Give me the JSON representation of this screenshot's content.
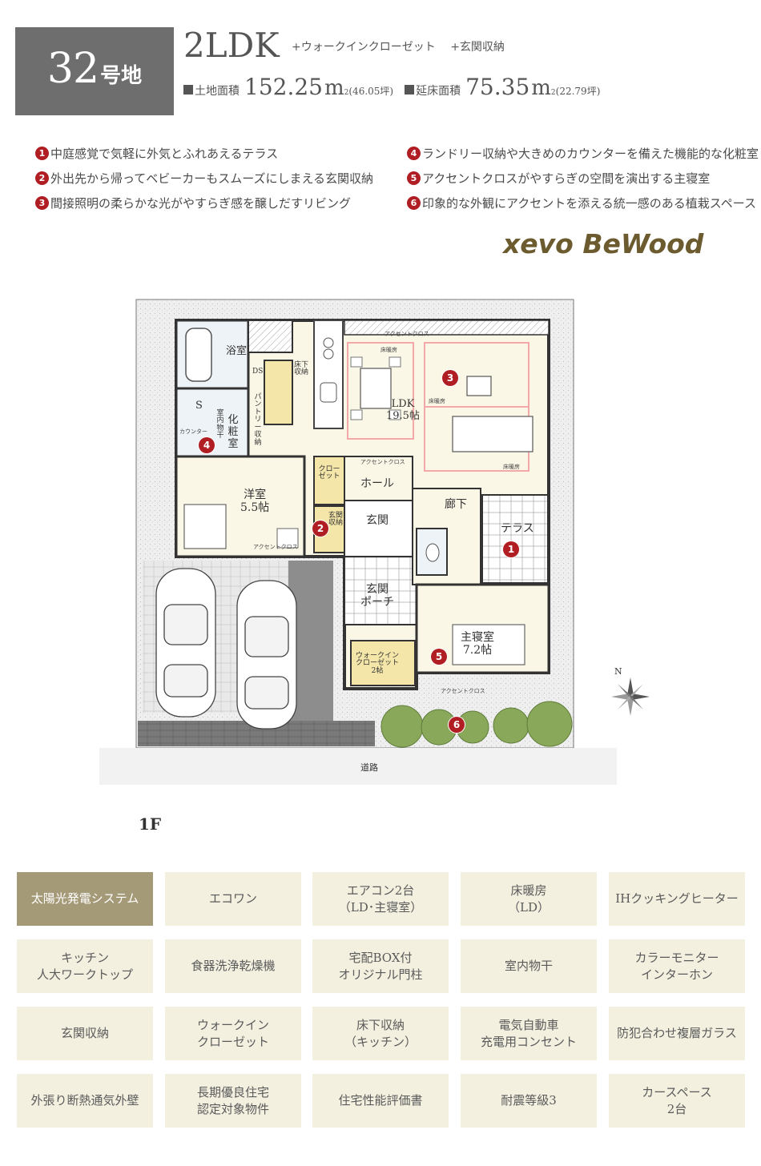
{
  "header": {
    "lot_number": "32",
    "lot_suffix": "号地",
    "plan_type": "2LDK",
    "extras": [
      "+ウォークインクローゼット",
      "+玄関収納"
    ],
    "land_label": "土地面積",
    "land_area": "152.25",
    "area_unit": "m",
    "area_sup": "2",
    "land_tsubo": "(46.05坪)",
    "floor_label": "延床面積",
    "floor_area": "75.35",
    "floor_tsubo": "(22.79坪)"
  },
  "features": [
    {
      "num": "1",
      "text": "中庭感覚で気軽に外気とふれあえるテラス"
    },
    {
      "num": "2",
      "text": "外出先から帰ってベビーカーもスムーズにしまえる玄関収納"
    },
    {
      "num": "3",
      "text": "間接照明の柔らかな光がやすらぎ感を醸しだすリビング"
    },
    {
      "num": "4",
      "text": "ランドリー収納や大きめのカウンターを備えた機能的な化粧室"
    },
    {
      "num": "5",
      "text": "アクセントクロスがやすらぎの空間を演出する主寝室"
    },
    {
      "num": "6",
      "text": "印象的な外観にアクセントを添える統一感のある植栽スペース"
    }
  ],
  "brand": "xevo BeWood",
  "plan": {
    "rooms": {
      "bath": "浴室",
      "ds": "DS",
      "underfloor": "床下\n収納",
      "ldk": "LDK\n19.5帖",
      "pantry": "パントリー\n収納",
      "s": "S",
      "indoor_dry": "室内\n物干",
      "counter": "カウンター",
      "powder": "化\n粧\n室",
      "western": "洋室\n5.5帖",
      "closet": "クローゼット",
      "hall": "ホール",
      "corridor": "廊下",
      "entrance": "玄関",
      "entrance_storage": "玄関\n収納",
      "terrace": "テラス",
      "porch": "玄関\nポーチ",
      "master": "主寝室\n7.2帖",
      "wic": "ウォークイン\nクローゼット\n2帖"
    },
    "notes": {
      "accent_cross": "アクセントクロス",
      "floor_heating": "床暖房"
    },
    "markers": [
      "1",
      "2",
      "3",
      "4",
      "5",
      "6"
    ],
    "road": "道路",
    "compass": "N"
  },
  "floor": "1F",
  "amenities": [
    {
      "label": "太陽光発電システム",
      "active": true
    },
    {
      "label": "エコワン",
      "active": false
    },
    {
      "label": "エアコン2台\n（LD･主寝室）",
      "active": false
    },
    {
      "label": "床暖房\n（LD）",
      "active": false
    },
    {
      "label": "IHクッキングヒーター",
      "active": false
    },
    {
      "label": "キッチン\n人大ワークトップ",
      "active": false
    },
    {
      "label": "食器洗浄乾燥機",
      "active": false
    },
    {
      "label": "宅配BOX付\nオリジナル門柱",
      "active": false
    },
    {
      "label": "室内物干",
      "active": false
    },
    {
      "label": "カラーモニター\nインターホン",
      "active": false
    },
    {
      "label": "玄関収納",
      "active": false
    },
    {
      "label": "ウォークイン\nクローゼット",
      "active": false
    },
    {
      "label": "床下収納\n（キッチン）",
      "active": false
    },
    {
      "label": "電気自動車\n充電用コンセント",
      "active": false
    },
    {
      "label": "防犯合わせ複層ガラス",
      "active": false
    },
    {
      "label": "外張り断熱通気外壁",
      "active": false
    },
    {
      "label": "長期優良住宅\n認定対象物件",
      "active": false
    },
    {
      "label": "住宅性能評価書",
      "active": false
    },
    {
      "label": "耐震等級3",
      "active": false
    },
    {
      "label": "カースペース\n2台",
      "active": false
    }
  ],
  "colors": {
    "header_box": "#6e6e6e",
    "badge_red": "#b01e23",
    "brand_brown": "#6b5b2f",
    "amenity_active": "#a59a78",
    "amenity_inactive": "#f3f0e0"
  }
}
